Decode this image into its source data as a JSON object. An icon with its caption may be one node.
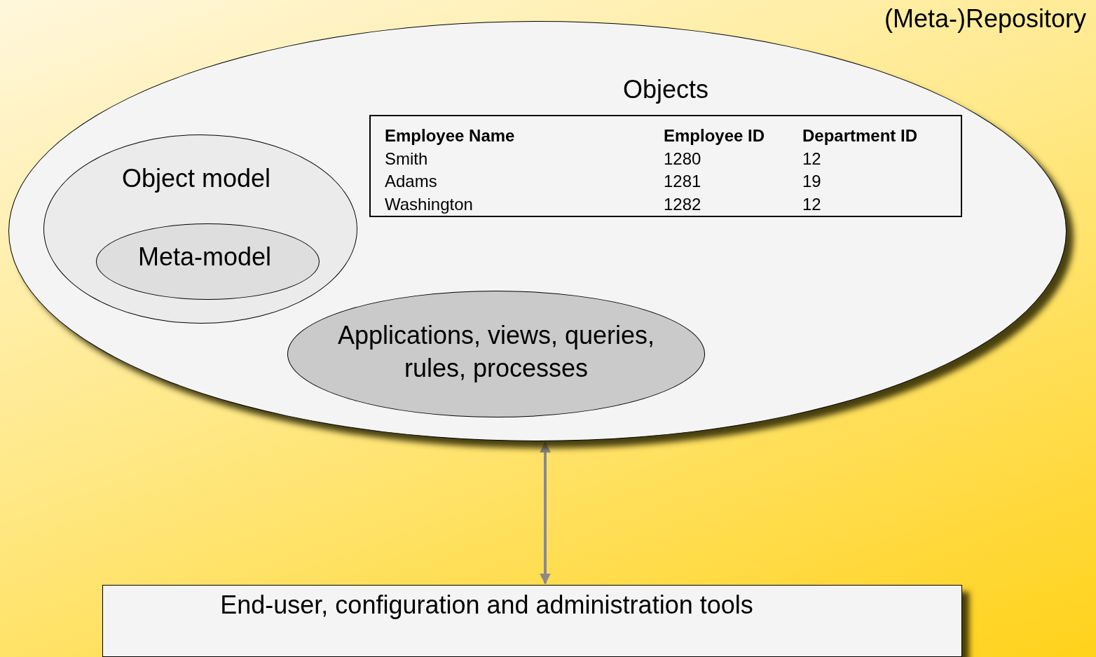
{
  "diagram": {
    "title": "(Meta-)Repository",
    "nodes": [
      {
        "text": [],
        "shape": "ellipse"
      },
      {
        "text": [
          "Objects"
        ],
        "in": 0
      },
      {
        "text": [
          "Object model"
        ],
        "in": 0
      },
      {
        "text": [
          "Meta-model"
        ],
        "in": 2
      },
      {
        "text": [
          "Applications, views, queries, rules, processes"
        ],
        "in": 0
      },
      {
        "text": [
          "End-user, configuration and administration tools"
        ]
      }
    ],
    "edges": [
      {
        "from": 0,
        "to": 5,
        "arrow": "both"
      }
    ],
    "labels": [
      "Employee Name",
      "Employee ID",
      "Department ID",
      "Smith",
      "1280",
      "12",
      "Adams",
      "1281",
      "19",
      "Washington",
      "1282",
      "12"
    ]
  }
}
